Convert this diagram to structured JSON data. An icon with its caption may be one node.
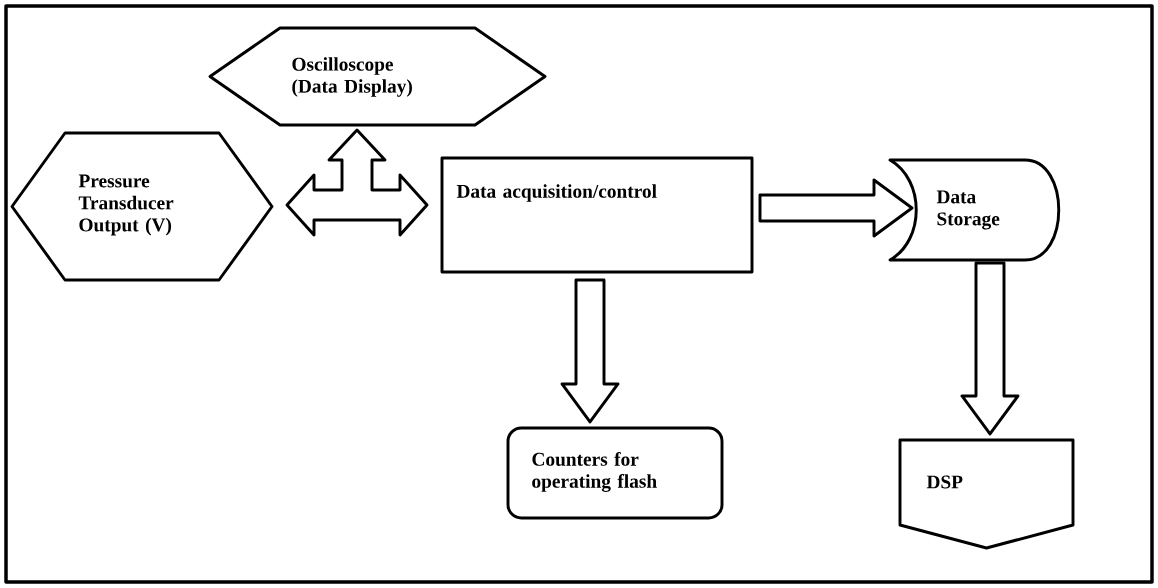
{
  "diagram": {
    "nodes": [
      {
        "text": [
          "Oscilloscope (Data Display)"
        ]
      },
      {
        "text": [
          "Pressure Transducer Output (V)"
        ]
      },
      {
        "text": [
          "Data acquisition/control"
        ]
      },
      {
        "text": [
          "Data Storage"
        ]
      },
      {
        "text": [
          "Counters for operating flash"
        ]
      },
      {
        "text": [
          "DSP"
        ]
      }
    ],
    "edges": [
      {
        "from": 1,
        "to": 2,
        "arrow": "both"
      },
      {
        "from": 1,
        "to": 0,
        "arrow": "both"
      },
      {
        "from": 2,
        "to": 0,
        "arrow": "both"
      },
      {
        "from": 2,
        "to": 3,
        "arrow": "to"
      },
      {
        "from": 2,
        "to": 4,
        "arrow": "to"
      },
      {
        "from": 3,
        "to": 5,
        "arrow": "to"
      }
    ]
  }
}
